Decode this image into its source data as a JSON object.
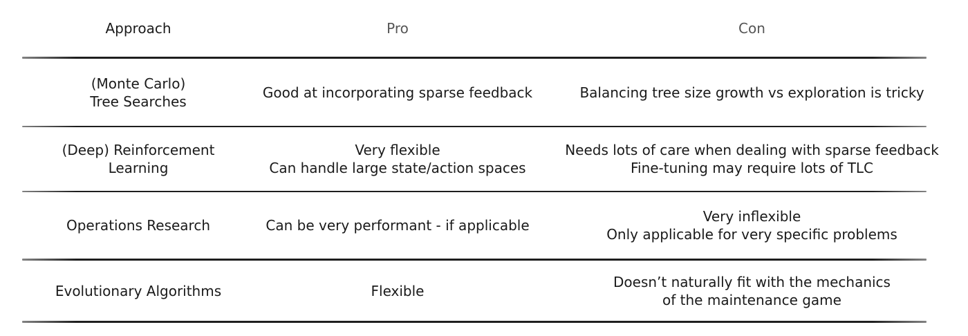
{
  "headers": {
    "approach": "Approach",
    "pro": "Pro",
    "con": "Con"
  },
  "rows": [
    {
      "approach": [
        "(Monte Carlo)",
        "Tree Searches"
      ],
      "pro": [
        "Good at incorporating sparse feedback"
      ],
      "con": [
        "Balancing tree size growth vs exploration is tricky"
      ]
    },
    {
      "approach": [
        "(Deep) Reinforcement",
        "Learning"
      ],
      "pro": [
        "Very flexible",
        "Can handle large state/action spaces"
      ],
      "con": [
        "Needs lots of care when dealing with sparse feedback",
        "Fine-tuning may require lots of TLC"
      ]
    },
    {
      "approach": [
        "Operations Research"
      ],
      "pro": [
        "Can be very performant - if applicable"
      ],
      "con": [
        "Very inflexible",
        "Only applicable for very specific problems"
      ]
    },
    {
      "approach": [
        "Evolutionary Algorithms"
      ],
      "pro": [
        "Flexible"
      ],
      "con": [
        "Doesn’t naturally fit with the mechanics",
        "of the maintenance game"
      ]
    }
  ]
}
